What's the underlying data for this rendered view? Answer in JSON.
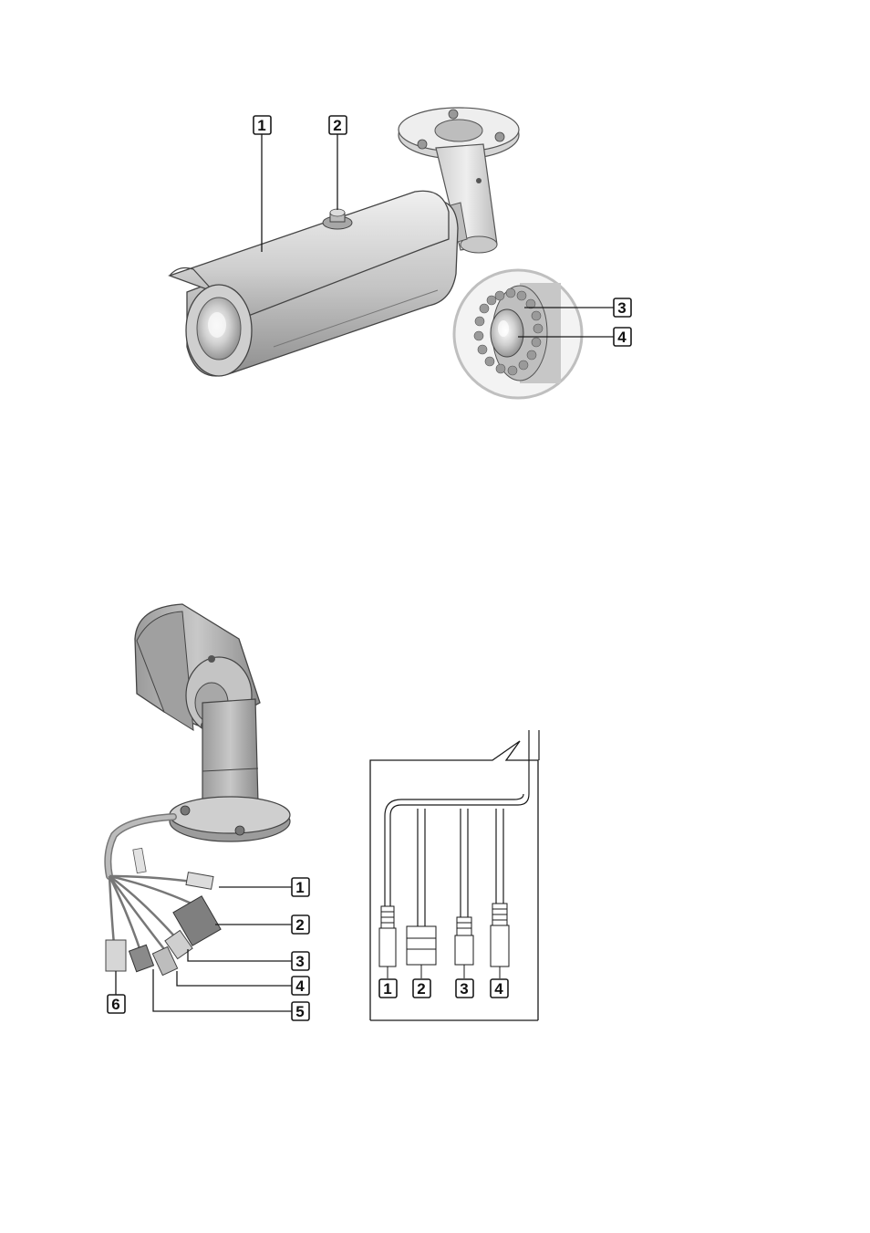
{
  "figure_top": {
    "callouts": [
      {
        "label": "1"
      },
      {
        "label": "2"
      },
      {
        "label": "3"
      },
      {
        "label": "4"
      }
    ]
  },
  "figure_bottom_left": {
    "callouts": [
      {
        "label": "1"
      },
      {
        "label": "2"
      },
      {
        "label": "3"
      },
      {
        "label": "4"
      },
      {
        "label": "5"
      },
      {
        "label": "6"
      }
    ]
  },
  "figure_bottom_right": {
    "callouts": [
      {
        "label": "1"
      },
      {
        "label": "2"
      },
      {
        "label": "3"
      },
      {
        "label": "4"
      }
    ]
  },
  "colors": {
    "line": "#1a1a1a",
    "body_light": "#d9d9d9",
    "body_mid": "#b5b5b5",
    "body_dark": "#8a8a8a",
    "lens_ring": "#c8c8c8",
    "zoom_circle": "#e8e8e8"
  }
}
